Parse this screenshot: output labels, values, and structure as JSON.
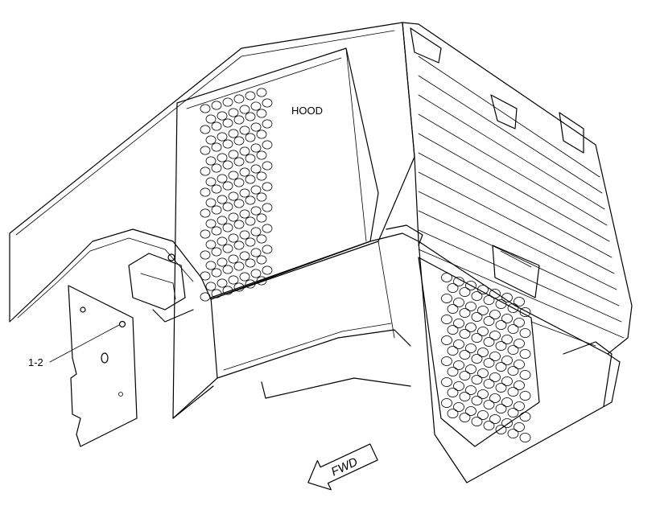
{
  "labels": {
    "hood": "HOOD",
    "callout": "1-2",
    "direction": "FWD"
  }
}
